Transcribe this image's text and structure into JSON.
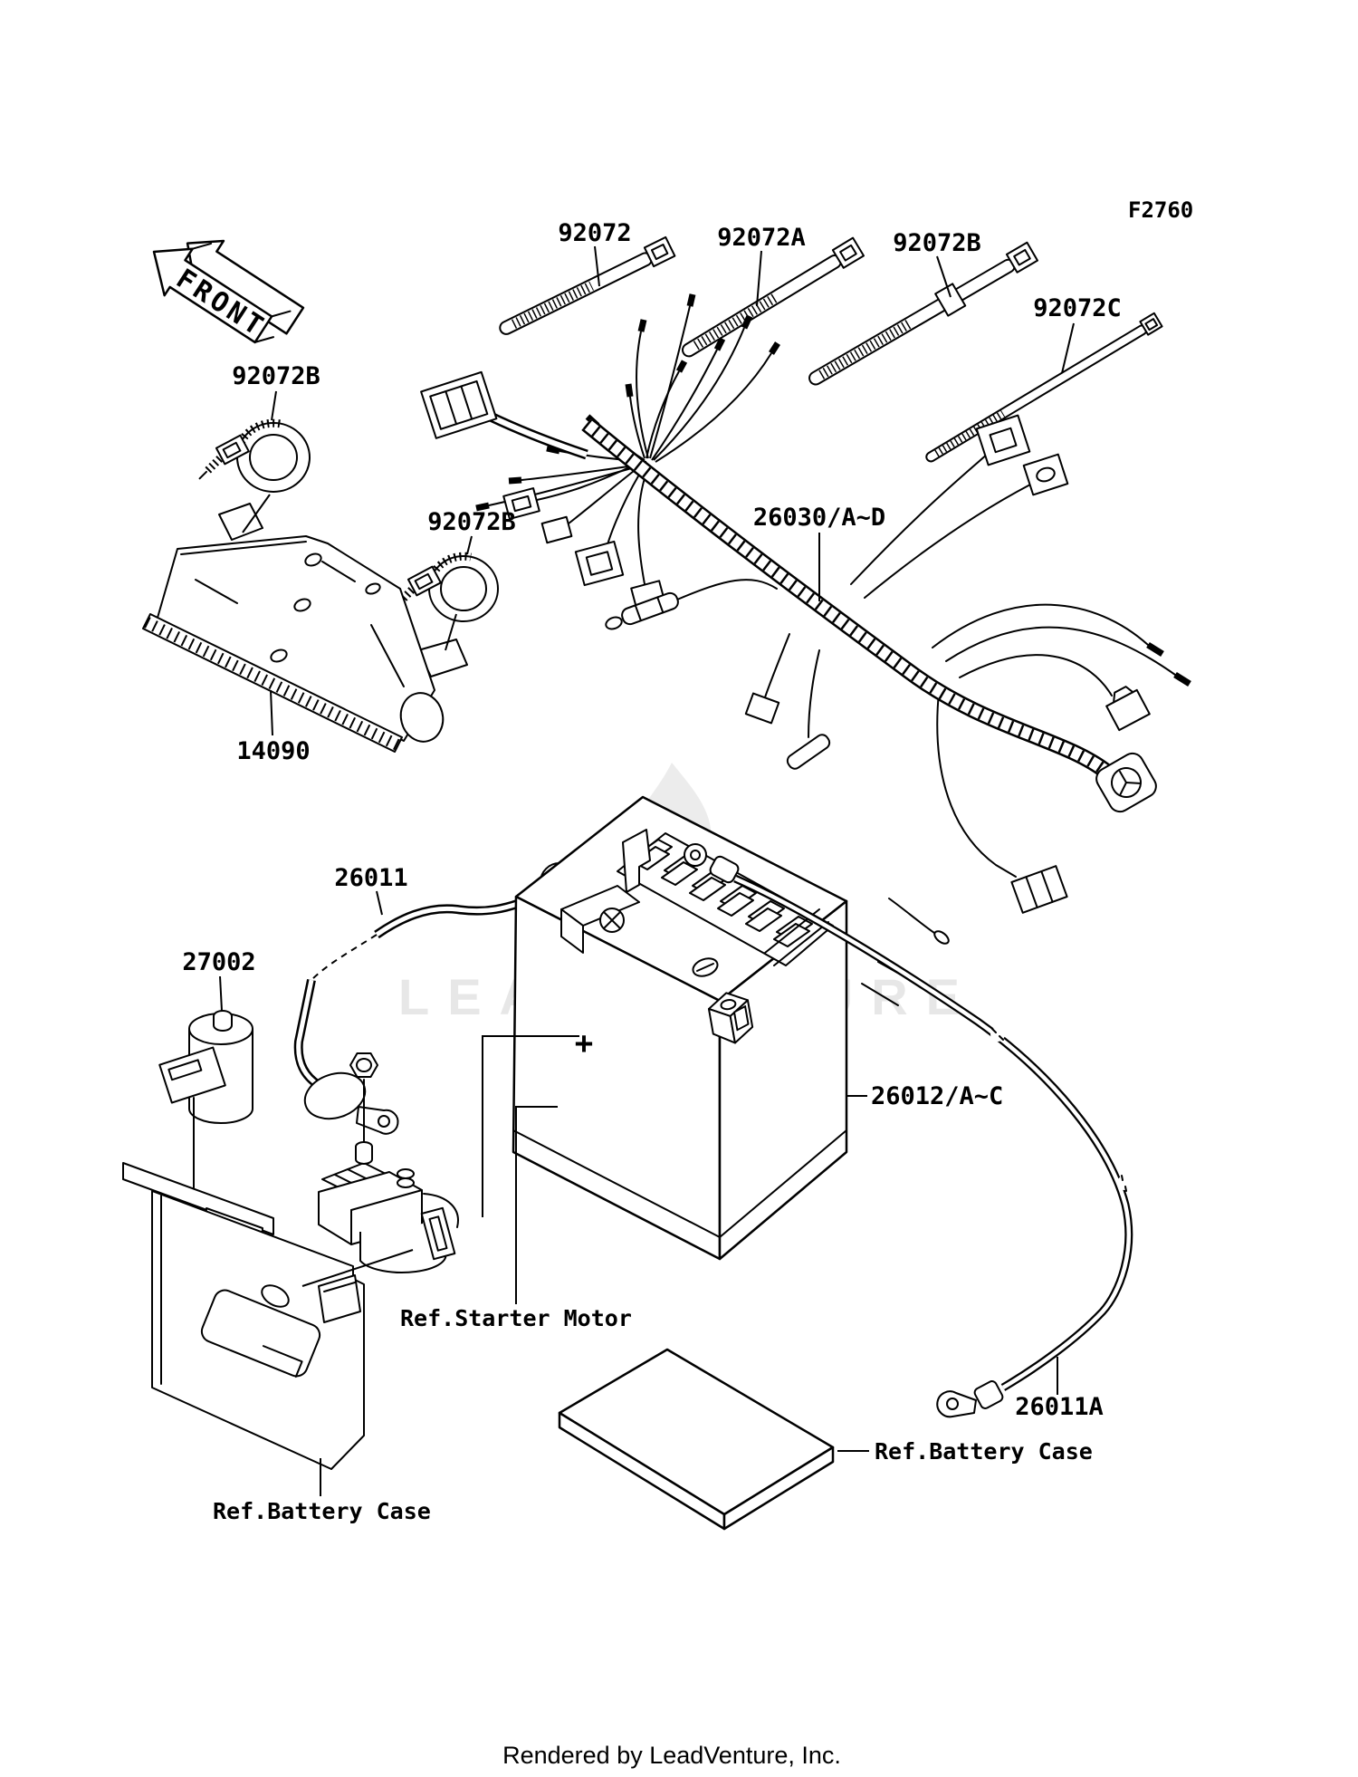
{
  "page": {
    "figure_code": "F2760",
    "front_label": "FRONT",
    "watermark_text": "LEADVENTURE",
    "footer_text": "Rendered by LeadVenture, Inc.",
    "background_color": "#ffffff",
    "line_color": "#000000",
    "watermark_color": "#e7e7e7"
  },
  "labels": {
    "tie1": "92072",
    "tie2": "92072A",
    "tie3": "92072B",
    "tie4": "92072C",
    "clampLeft": "92072B",
    "clampMid": "92072B",
    "cover": "14090",
    "harness": "26030/A~D",
    "cable1": "26011",
    "condenser": "27002",
    "battery": "26012/A~C",
    "cable2": "26011A",
    "refStarter": "Ref.Starter Motor",
    "refCaseLeft": "Ref.Battery Case",
    "refCaseBottom": "Ref.Battery Case",
    "battery_plus_mark": "+"
  }
}
